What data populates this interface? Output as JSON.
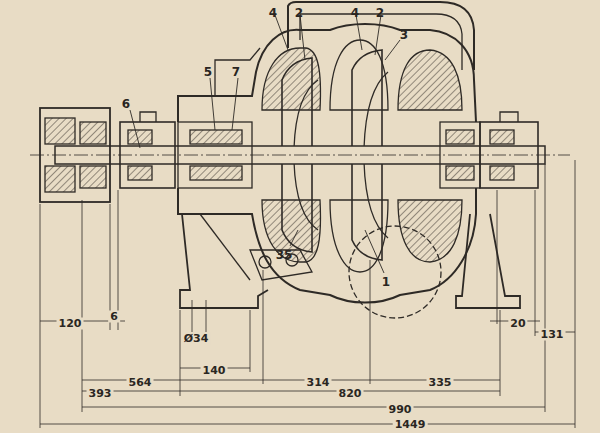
{
  "diagram": {
    "labels": [
      "4",
      "2",
      "4",
      "2",
      "3",
      "5",
      "7",
      "6",
      "35",
      "1",
      "120",
      "6",
      "20",
      "131",
      "Ø34",
      "140",
      "564",
      "393",
      "314",
      "820",
      "335",
      "990",
      "1449"
    ]
  }
}
